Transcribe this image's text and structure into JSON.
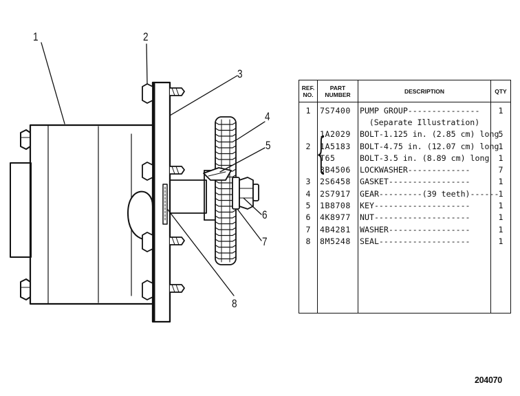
{
  "callouts": [
    "1",
    "2",
    "3",
    "4",
    "5",
    "6",
    "7",
    "8"
  ],
  "table": {
    "headers": {
      "ref": [
        "REF.",
        "NO."
      ],
      "part": [
        "PART",
        "NUMBER"
      ],
      "description": "DESCRIPTION",
      "qty": "QTY"
    },
    "rows": [
      {
        "ref": "1",
        "part": "7S7400",
        "description": "PUMP GROUP---------------",
        "qty": "1"
      },
      {
        "ref": "",
        "part": "",
        "description": "(Separate Illustration)",
        "qty": ""
      },
      {
        "ref": "",
        "part": "1A2029",
        "description": "BOLT-1.125 in. (2.85 cm) long",
        "qty": "5"
      },
      {
        "ref": "2",
        "part": "1A5183",
        "description": "BOLT-4.75 in. (12.07 cm) long",
        "qty": "1"
      },
      {
        "ref": "",
        "part": "T65",
        "description": "BOLT-3.5 in. (8.89 cm) long",
        "qty": "1"
      },
      {
        "ref": "",
        "part": "3B4506",
        "description": "LOCKWASHER-------------",
        "qty": "7"
      },
      {
        "ref": "3",
        "part": "2S6458",
        "description": "GASKET-----------------",
        "qty": "1"
      },
      {
        "ref": "4",
        "part": "2S7917",
        "description": "GEAR---------(39 teeth)------",
        "qty": "1"
      },
      {
        "ref": "5",
        "part": "1B8708",
        "description": "KEY--------------------",
        "qty": "1"
      },
      {
        "ref": "6",
        "part": "4K8977",
        "description": "NUT--------------------",
        "qty": "1"
      },
      {
        "ref": "7",
        "part": "4B4281",
        "description": "WASHER-----------------",
        "qty": "1"
      },
      {
        "ref": "8",
        "part": "8M5248",
        "description": "SEAL-------------------",
        "qty": "1"
      }
    ]
  },
  "figure_code": "204070"
}
